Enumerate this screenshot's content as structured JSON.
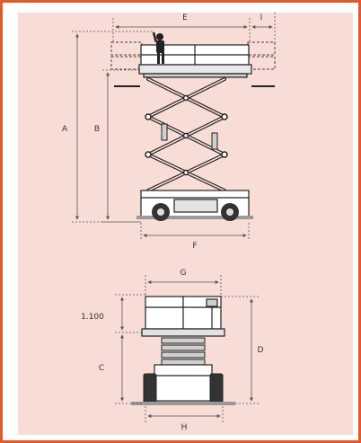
{
  "colors": {
    "frame": "#e05a2a",
    "panel": "#f8dcd6",
    "line": "#222222",
    "dim_line": "#555555",
    "machine_fill": "#ffffff",
    "machine_shade": "#cfcfcf",
    "tire": "#333333",
    "ground": "#999999"
  },
  "dimensions": {
    "A": "A",
    "B": "B",
    "C": "C",
    "D": "D",
    "E": "E",
    "F": "F",
    "G": "G",
    "H": "H",
    "I": "I",
    "height_1100": "1.100"
  }
}
